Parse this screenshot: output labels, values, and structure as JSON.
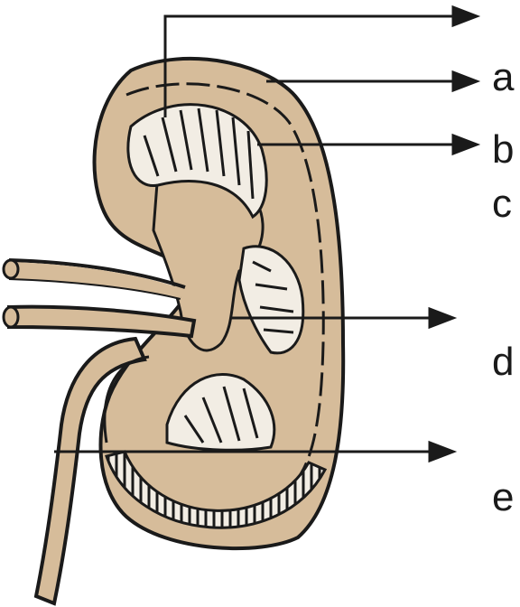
{
  "labels": {
    "a": "a",
    "b": "b",
    "c": "c",
    "d": "d",
    "e": "e"
  },
  "colors": {
    "tissue": "#d6bc9a",
    "line": "#1a1a1a",
    "pyramid_fill": "#f2ede4",
    "background": "#ffffff"
  }
}
